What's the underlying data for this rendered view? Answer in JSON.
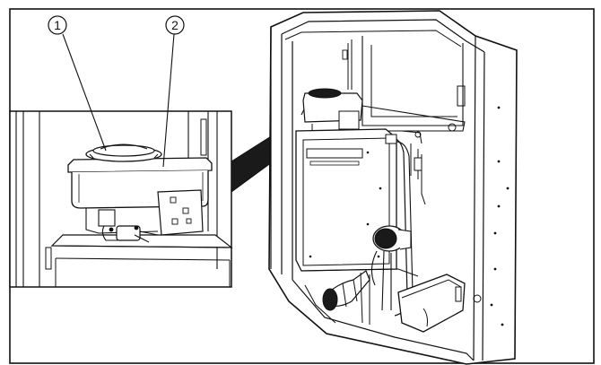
{
  "callouts": [
    {
      "number": "1",
      "part": "lid"
    },
    {
      "number": "2",
      "part": "hopper"
    }
  ],
  "colors": {
    "ink": "#111111",
    "paper": "#ffffff",
    "shade": "#1a1a1a"
  }
}
